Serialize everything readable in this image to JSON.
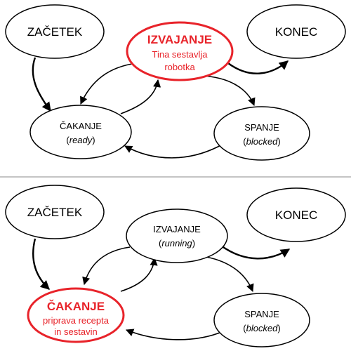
{
  "panels": [
    {
      "start": "ZAČETEK",
      "end": "KONEC",
      "running": {
        "name": "IZVAJANJE",
        "line2": "Tina sestavlja",
        "line3": "robotka",
        "active": true
      },
      "waiting": {
        "name": "ČAKANJE",
        "line2_open": "(",
        "line2_word": "ready",
        "line2_close": ")",
        "active": false
      },
      "sleeping": {
        "name": "SPANJE",
        "line2_open": "(",
        "line2_word": "blocked",
        "line2_close": ")"
      }
    },
    {
      "start": "ZAČETEK",
      "end": "KONEC",
      "running": {
        "name": "IZVAJANJE",
        "line2_open": "(",
        "line2_word": "running",
        "line2_close": ")",
        "active": false
      },
      "waiting": {
        "name": "ČAKANJE",
        "line2": "priprava recepta",
        "line3": "in sestavin",
        "active": true
      },
      "sleeping": {
        "name": "SPANJE",
        "line2_open": "(",
        "line2_word": "blocked",
        "line2_close": ")"
      }
    }
  ],
  "colors": {
    "active": "#e8232a",
    "line": "#000000",
    "divider": "#888888"
  }
}
